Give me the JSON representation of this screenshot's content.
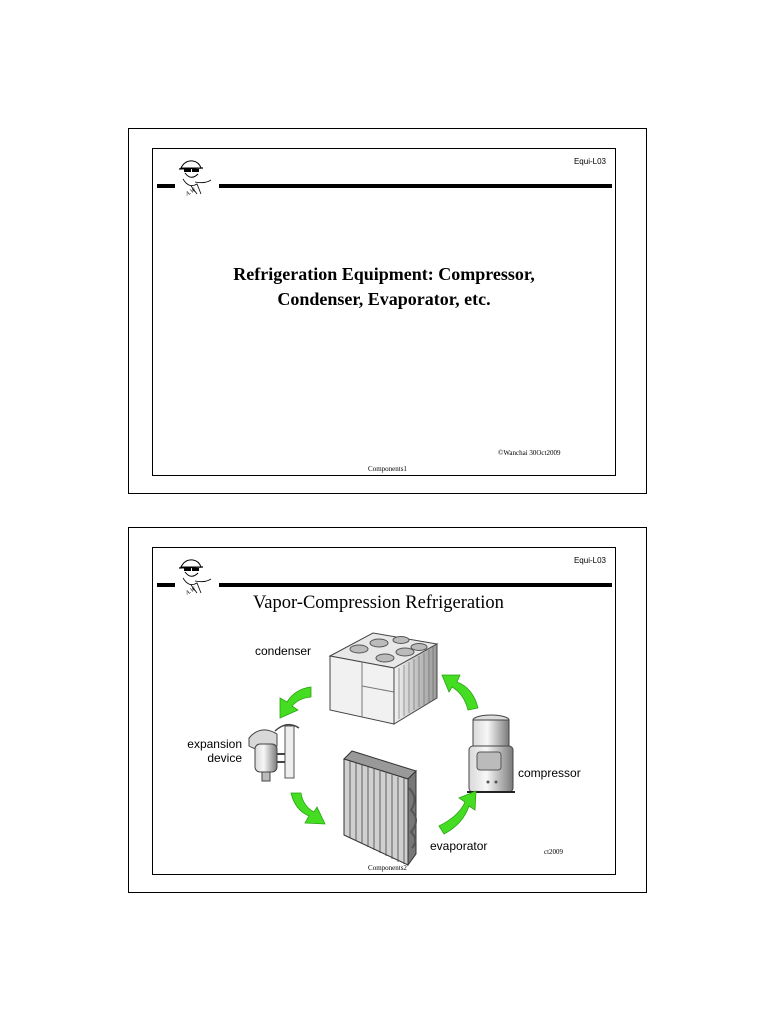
{
  "slides": [
    {
      "code": "Equi-L03",
      "title_line1": "Refrigeration Equipment: Compressor,",
      "title_line2": "Condenser, Evaporator, etc.",
      "copyright": "©Wanchai 30Oct2009",
      "footer": "Components1"
    },
    {
      "code": "Equi-L03",
      "title": "Vapor-Compression Refrigeration",
      "labels": {
        "condenser": "condenser",
        "expansion_line1": "expansion",
        "expansion_line2": "device",
        "compressor": "compressor",
        "evaporator": "evaporator"
      },
      "copyright_partial": "ct2009",
      "footer": "Components2"
    }
  ],
  "colors": {
    "arrow": "#44dd22",
    "rule": "#000000"
  },
  "icons": [
    "cartoon-logo",
    "condenser-unit",
    "expansion-valve",
    "evaporator-coil",
    "compressor-unit",
    "flow-arrow"
  ]
}
